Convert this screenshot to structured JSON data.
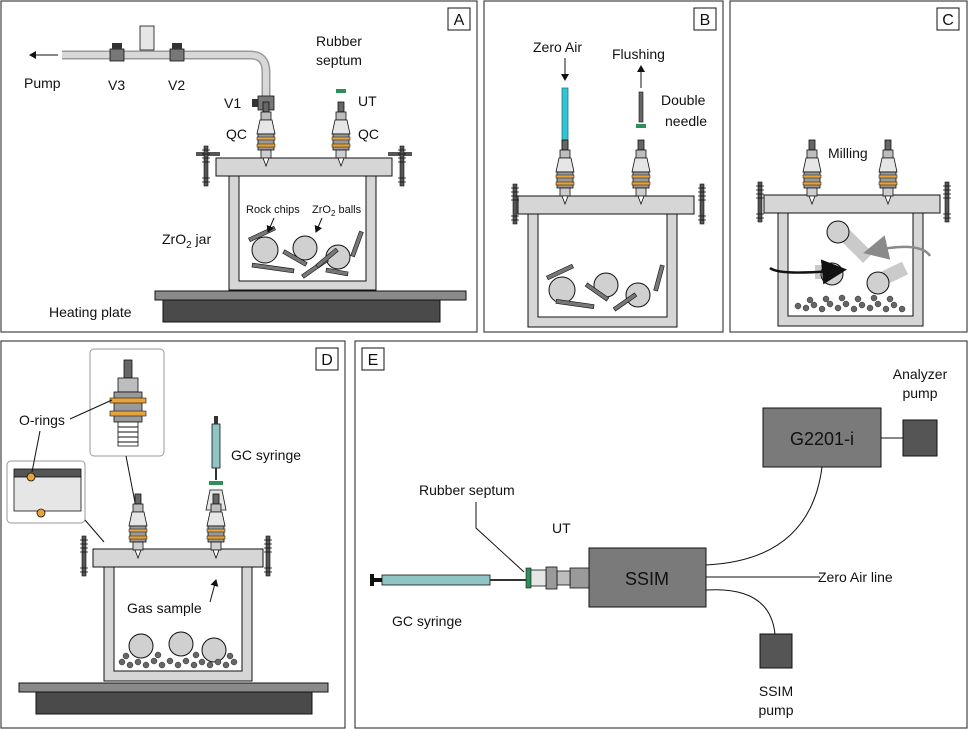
{
  "panels": {
    "A": {
      "letter": "A",
      "pump": "Pump",
      "v3": "V3",
      "v2": "V2",
      "v1": "V1",
      "qc_left": "QC",
      "qc_right": "QC",
      "rubber_septum_line1": "Rubber",
      "rubber_septum_line2": "septum",
      "ut": "UT",
      "rock_chips": "Rock chips",
      "zro2_balls_main": "ZrO",
      "zro2_balls_sub": "2",
      "zro2_balls_tail": " balls",
      "jar_main": "ZrO",
      "jar_sub": "2",
      "jar_tail": " jar",
      "heating_plate": "Heating plate"
    },
    "B": {
      "letter": "B",
      "zero_air": "Zero Air",
      "flushing": "Flushing",
      "double_needle_line1": "Double",
      "double_needle_line2": "needle"
    },
    "C": {
      "letter": "C",
      "milling": "Milling"
    },
    "D": {
      "letter": "D",
      "o_rings": "O-rings",
      "gc_syringe": "GC syringe",
      "gas_sample": "Gas sample"
    },
    "E": {
      "letter": "E",
      "rubber_septum": "Rubber septum",
      "ut": "UT",
      "ssim": "SSIM",
      "g2201": "G2201-i",
      "analyzer_pump_line1": "Analyzer",
      "analyzer_pump_line2": "pump",
      "zero_air_line": "Zero Air line",
      "gc_syringe": "GC syringe",
      "ssim_pump_line1": "SSIM",
      "ssim_pump_line2": "pump"
    }
  },
  "colors": {
    "jar_fill": "#d6d6d6",
    "plate_fill": "#7f7f7f",
    "device_fill": "#7a7a7a",
    "syringe_fill": "#8fc5c5",
    "o_ring": "#e8a43a",
    "zero_air_tube": "#33c4d4",
    "septum_green": "#2f8f5a"
  }
}
